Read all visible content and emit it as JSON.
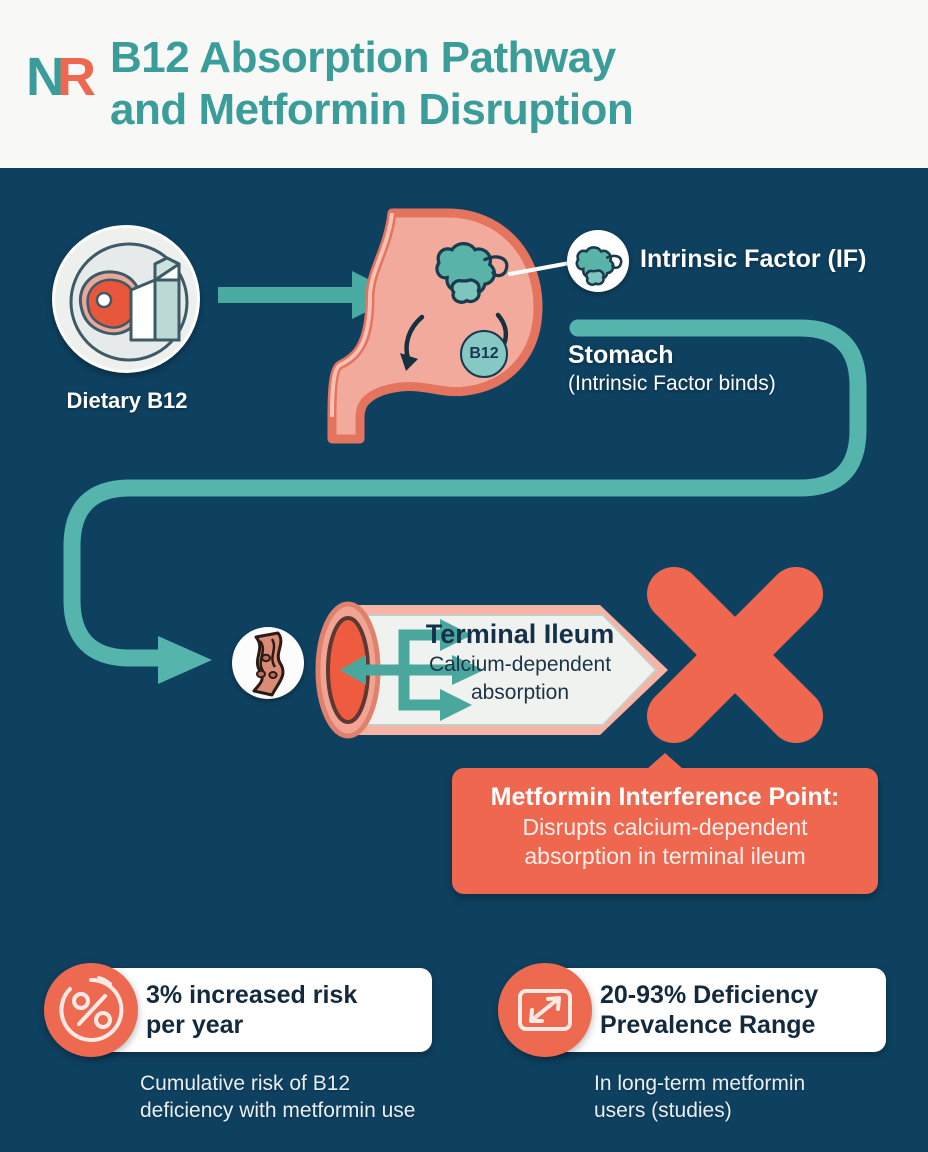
{
  "header": {
    "logo_n": "N",
    "logo_r": "R",
    "logo_color_n": "#3a9d9a",
    "logo_color_r": "#ef674f",
    "title_line1": "B12 Absorption Pathway",
    "title_line2": "and Metformin Disruption",
    "title_color": "#3a9d9a",
    "background": "#f8f9f7"
  },
  "theme": {
    "background": "#0e4160",
    "teal": "#55b5ad",
    "coral": "#ef674f",
    "navy_text": "#13293d",
    "white": "#ffffff"
  },
  "diagram": {
    "dietary": {
      "label": "Dietary B12",
      "icon": "food-plate-icon"
    },
    "stomach": {
      "b12_bubble": "B12",
      "title": "Stomach",
      "subtitle": "(Intrinsic Factor binds)",
      "icon": "stomach-icon"
    },
    "intrinsic_factor": {
      "label": "Intrinsic Factor (IF)",
      "icon": "protein-blob-icon"
    },
    "ileum": {
      "title": "Terminal Ileum",
      "subtitle_line1": "Calcium-dependent",
      "subtitle_line2": "absorption",
      "icon": "intestine-tissue-icon"
    },
    "interference": {
      "mark": "x-mark-icon",
      "title": "Metformin Interference Point:",
      "body_line1": "Disrupts calcium-dependent",
      "body_line2": "absorption in terminal ileum"
    }
  },
  "stats": [
    {
      "icon": "percent-icon",
      "value_line1": "3% increased risk",
      "value_line2": "per year",
      "caption_line1": "Cumulative risk of B12",
      "caption_line2": "deficiency with metformin use"
    },
    {
      "icon": "range-expand-icon",
      "value_line1": "20-93% Deficiency",
      "value_line2": "Prevalence Range",
      "caption_line1": "In long-term metformin",
      "caption_line2": "users (studies)"
    }
  ]
}
